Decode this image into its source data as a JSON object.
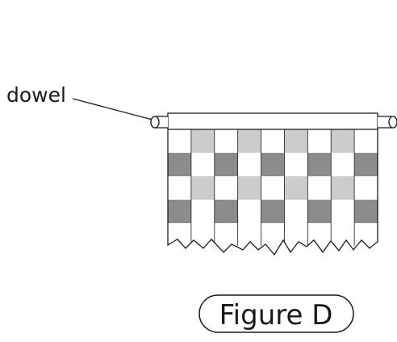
{
  "labels": {
    "dowel": "dowel"
  },
  "caption": "Figure D",
  "weave": {
    "columns": 9,
    "rows": 5,
    "pattern": [
      [
        "white",
        "light",
        "white",
        "light",
        "white",
        "light",
        "white",
        "light",
        "white"
      ],
      [
        "dark",
        "white",
        "dark",
        "white",
        "dark",
        "white",
        "dark",
        "white",
        "dark"
      ],
      [
        "white",
        "light",
        "white",
        "light",
        "white",
        "light",
        "white",
        "light",
        "white"
      ],
      [
        "dark",
        "white",
        "dark",
        "white",
        "dark",
        "white",
        "dark",
        "white",
        "dark"
      ],
      [
        "white",
        "white",
        "white",
        "white",
        "white",
        "white",
        "white",
        "white",
        "white"
      ]
    ]
  },
  "colors": {
    "dark": "#8c8c8c",
    "light": "#cccccc",
    "white": "#ffffff",
    "outline": "#1a1a1a"
  }
}
